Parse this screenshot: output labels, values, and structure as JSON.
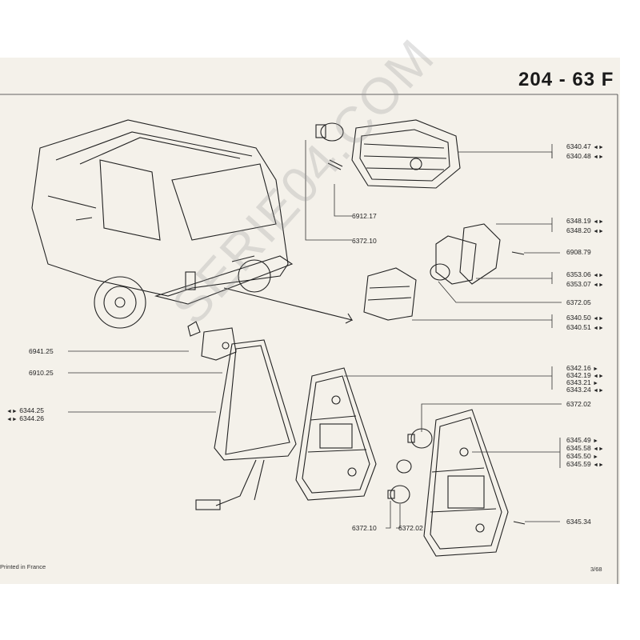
{
  "header": {
    "page_code": "204 - 63 F"
  },
  "watermark": "SERIE04.COM",
  "footer": {
    "printed": "Printed in France",
    "page": "3/68"
  },
  "part_labels": {
    "p6340_47": "6340.47",
    "p6340_48": "6340.48",
    "p6912_17": "6912.17",
    "p6372_10a": "6372.10",
    "p6348_19": "6348.19",
    "p6348_20": "6348.20",
    "p6908_79": "6908.79",
    "p6353_06": "6353.06",
    "p6353_07": "6353.07",
    "p6372_05": "6372.05",
    "p6340_50": "6340.50",
    "p6340_51": "6340.51",
    "p6941_25": "6941.25",
    "p6910_25": "6910.25",
    "p6342_16": "6342.16",
    "p6342_19": "6342.19",
    "p6343_21": "6343.21",
    "p6343_24": "6343.24",
    "p6344_25": "6344.25",
    "p6344_26": "6344.26",
    "p6372_02a": "6372.02",
    "p6345_49": "6345.49",
    "p6345_58": "6345.58",
    "p6345_50": "6345.50",
    "p6345_59": "6345.59",
    "p6345_34": "6345.34",
    "p6372_10b": "6372.10",
    "p6372_02b": "6372.02"
  },
  "icons": {
    "left_arrow": "◄",
    "right_arrow": "►",
    "double_arrow": "◄►",
    "dot": "•"
  }
}
